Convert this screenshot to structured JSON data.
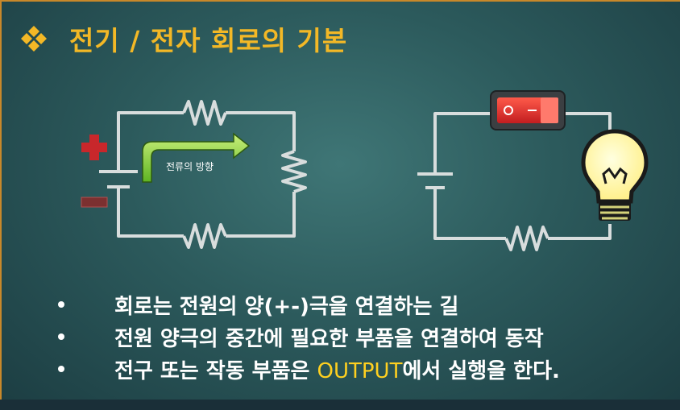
{
  "title": "전기 / 전자 회로의 기본",
  "diagram_left": {
    "current_label": "전류의 방향"
  },
  "bullets": [
    {
      "text": "회로는 전원의 양(+-)극을 연결하는 길"
    },
    {
      "text": "전원 양극의 중간에 필요한 부품을 연결하여 동작"
    },
    {
      "before": "전구 또는 작동 부품은 ",
      "highlight": "OUTPUT",
      "after": "에서 실행을 한다."
    }
  ],
  "colors": {
    "title": "#f3b826",
    "highlight": "#ffd020",
    "plus_sign": "#c8272b",
    "minus_sign": "#7b2a2a",
    "arrow": "#8bd23b",
    "switch": "#e2262c",
    "bulb": "#fff3a0"
  }
}
